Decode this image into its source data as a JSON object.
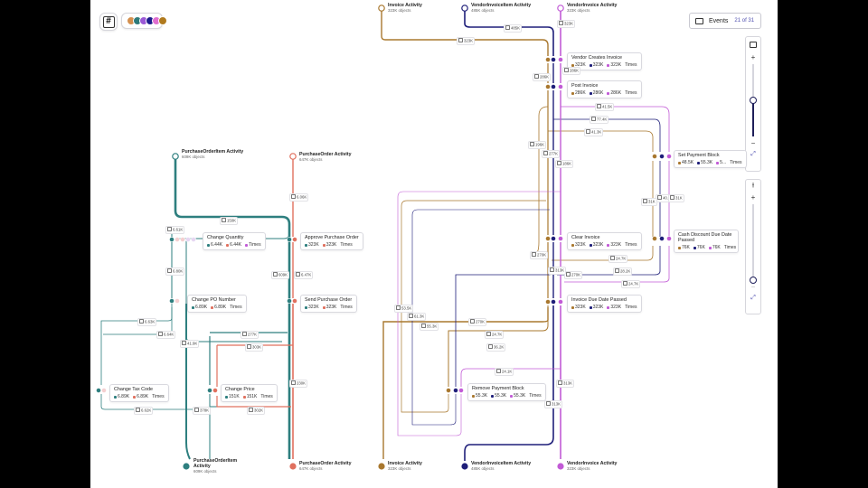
{
  "toolbar": {
    "layout_button": "hashtag-icon",
    "legend_dots": [
      "#d4904f",
      "#2e7a7a",
      "#9b59d6",
      "#1c1c8c",
      "#e06ed0",
      "#b07a1e"
    ]
  },
  "events_panel": {
    "label": "Events",
    "count": "21 of 31"
  },
  "colors": {
    "teal": "#2e7f7f",
    "salmon": "#e0705e",
    "brown": "#a9782f",
    "navy": "#1f1f7a",
    "purple": "#c25bd6"
  },
  "objects": {
    "poi_top": {
      "title": "PurchaseOrderItem Activity",
      "sub": "609K objects"
    },
    "po_top": {
      "title": "PurchaseOrder Activity",
      "sub": "647K objects"
    },
    "inv_top": {
      "title": "Invoice Activity",
      "sub": "323K objects"
    },
    "vii_top": {
      "title": "VendorInvoiceItem Activity",
      "sub": "485K objects"
    },
    "vi_top": {
      "title": "VendorInvoice Activity",
      "sub": "323K objects"
    },
    "poi_bot": {
      "title": "PurchaseOrderItem Activity",
      "sub": "609K objects"
    },
    "po_bot": {
      "title": "PurchaseOrder Activity",
      "sub": "647K objects"
    },
    "inv_bot": {
      "title": "Invoice Activity",
      "sub": "323K objects"
    },
    "vii_bot": {
      "title": "VendorInvoiceItem Activity",
      "sub": "485K objects"
    },
    "vi_bot": {
      "title": "VendorInvoice Activity",
      "sub": "323K objects"
    }
  },
  "activities": {
    "change_quantity": {
      "title": "Change Quantity",
      "m1": "6.44K",
      "m2": "6.44K",
      "m3": "Times"
    },
    "change_pon": {
      "title": "Change PO Number",
      "m1": "6.89K",
      "m2": "6.89K",
      "m3": "Times"
    },
    "change_tax": {
      "title": "Change Tax Code",
      "m1": "6.89K",
      "m2": "6.89K",
      "m3": "Times"
    },
    "change_price": {
      "title": "Change Price",
      "m1": "151K",
      "m2": "151K",
      "m3": "Times"
    },
    "approve_po": {
      "title": "Approve Purchase Order",
      "m1": "323K",
      "m2": "323K",
      "m3": "Times"
    },
    "send_po": {
      "title": "Send Purchase Order",
      "m1": "323K",
      "m2": "323K",
      "m3": "Times"
    },
    "vendor_creates": {
      "title": "Vendor Creates Invoice",
      "m1": "323K",
      "m2": "323K",
      "m3": "323K",
      "m4": "Times"
    },
    "post_invoice": {
      "title": "Post Invoice",
      "m1": "286K",
      "m2": "286K",
      "m3": "286K",
      "m4": "Times"
    },
    "set_payment": {
      "title": "Set Payment Block",
      "m1": "48.5K",
      "m2": "55.3K",
      "m3": "5...",
      "m4": "Times"
    },
    "clear_invoice": {
      "title": "Clear Invoice",
      "m1": "323K",
      "m2": "323K",
      "m3": "323K",
      "m4": "Times"
    },
    "cash_discount": {
      "title": "Cash Discount Due Date Passed",
      "m1": "76K",
      "m2": "76K",
      "m3": "76K",
      "m4": "Times"
    },
    "due_date_passed": {
      "title": "Invoice Due Date Passed",
      "m1": "323K",
      "m2": "323K",
      "m3": "323K",
      "m4": "Times"
    },
    "remove_payment": {
      "title": "Remove Payment Block",
      "m1": "55.3K",
      "m2": "55.3K",
      "m3": "55.3K",
      "m4": "Times"
    }
  },
  "edges": {
    "e323k_top": "323K",
    "e485k": "485K",
    "e323k_vi": "323K",
    "e286k_a": "286K",
    "e286k_b": "286K",
    "e41_5k_a": "41.5K",
    "e77_4k": "77.4K",
    "e41_3k": "41.3K",
    "e196k": "196K",
    "e277k": "277K",
    "e186k": "186K",
    "e40_3k": "40.3K",
    "e31k": "31K",
    "e31k_b": "31K",
    "e150k": "150K",
    "e6_61k": "6.61K",
    "e6_80k": "6.80K",
    "e6_63k": "6.63K",
    "e6_64k": "6.64K",
    "e41_9k": "41.9K",
    "e609k": "609K",
    "e6_47k": "6.47K",
    "e277k_b": "277K",
    "e303k": "303K",
    "e378k": "378K",
    "e6_62k": "6.62K",
    "e302k": "302K",
    "e6_06k": "6.06K",
    "e230k": "230K",
    "e270k": "270K",
    "e24_7k": "24.7K",
    "e28_2k": "28.2K",
    "e270k_b": "270K",
    "e24_7k_b": "24.7K",
    "e313k": "313K",
    "e53_5k": "53.5K",
    "e61_3k": "61.3K",
    "e55_3k": "55.3K",
    "e270k_c": "270K",
    "e24_7k_c": "24.7K",
    "e36_2k": "36.2K",
    "e24_1k": "24.1K",
    "e313k_b": "313K",
    "e313k_c": "313K"
  }
}
